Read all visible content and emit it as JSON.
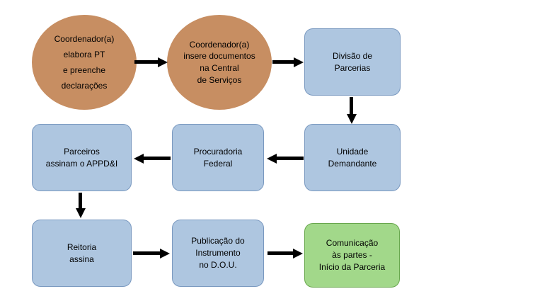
{
  "diagram": {
    "colors": {
      "page_bg": "#ffffff",
      "text_color": "#000000",
      "circle_fill": "#C78E62",
      "box_fill": "#AEC6E0",
      "box_border": "#7A99C0",
      "final_fill": "#A2D88A",
      "final_border": "#68A74D",
      "arrow_color": "#000000"
    },
    "nodes": {
      "coordenador_elabora": "Coordenador(a)\nelabora PT\ne preenche\ndeclarações",
      "coordenador_insere": "Coordenador(a)\ninsere documentos\nna Central\nde Serviços",
      "divisao_parcerias": "Divisão de\nParcerias",
      "unidade_demandante": "Unidade\nDemandante",
      "procuradoria_federal": "Procuradoria\nFederal",
      "parceiros_assinam": "Parceiros\nassinam o APPD&I",
      "reitoria_assina": "Reitoria\nassina",
      "publicacao_dou": "Publicação do\nInstrumento\nno D.O.U.",
      "comunicacao_partes": "Comunicação\nàs partes -\nInício da Parceria"
    },
    "flow": [
      {
        "from": "coordenador_elabora",
        "to": "coordenador_insere"
      },
      {
        "from": "coordenador_insere",
        "to": "divisao_parcerias"
      },
      {
        "from": "divisao_parcerias",
        "to": "unidade_demandante"
      },
      {
        "from": "unidade_demandante",
        "to": "procuradoria_federal"
      },
      {
        "from": "procuradoria_federal",
        "to": "parceiros_assinam"
      },
      {
        "from": "parceiros_assinam",
        "to": "reitoria_assina"
      },
      {
        "from": "reitoria_assina",
        "to": "publicacao_dou"
      },
      {
        "from": "publicacao_dou",
        "to": "comunicacao_partes"
      }
    ]
  }
}
